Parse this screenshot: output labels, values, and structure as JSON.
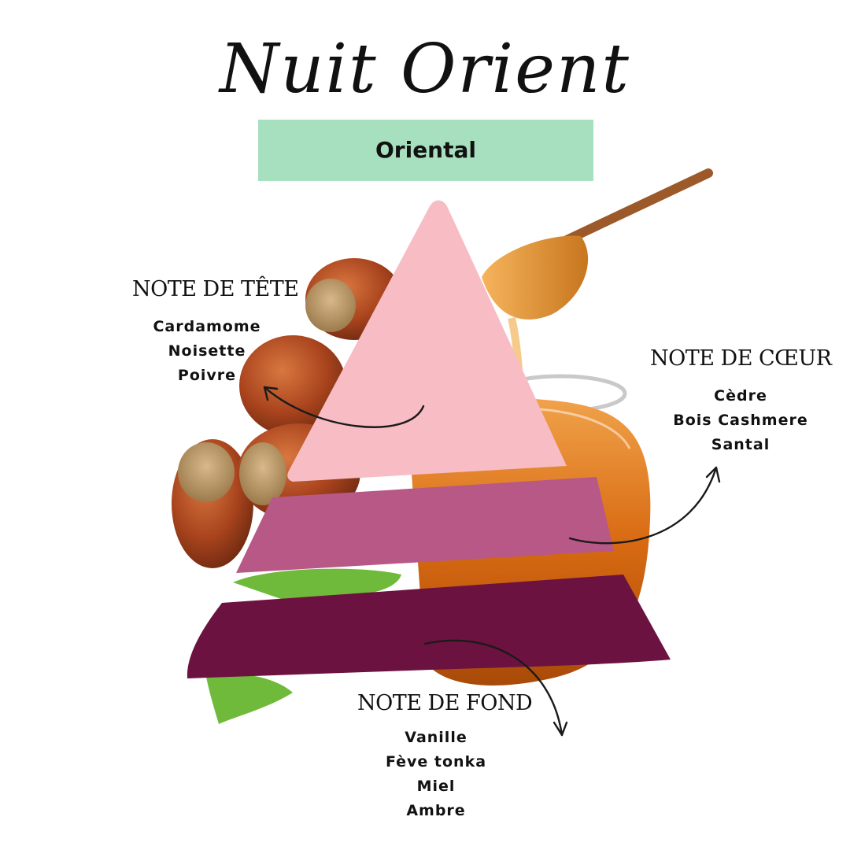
{
  "title": "Nuit Orient",
  "family_tag": "Oriental",
  "pyramid": {
    "top": {
      "heading": "NOTE DE TÊTE",
      "color": "#f8bcc4",
      "notes": [
        "Cardamome",
        "Noisette",
        "Poivre"
      ]
    },
    "middle": {
      "heading": "NOTE DE CŒUR",
      "color": "#b75886",
      "notes": [
        "Cèdre",
        "Bois Cashmere",
        "Santal"
      ]
    },
    "base": {
      "heading": "NOTE DE FOND",
      "color": "#6c1240",
      "notes": [
        "Vanille",
        "Fève tonka",
        "Miel",
        "Ambre"
      ]
    }
  },
  "colors": {
    "tag_band": "#a7e0bf",
    "hazelnut": "#a8431d",
    "honey": "#d86a12",
    "leaf": "#6fba3a"
  }
}
